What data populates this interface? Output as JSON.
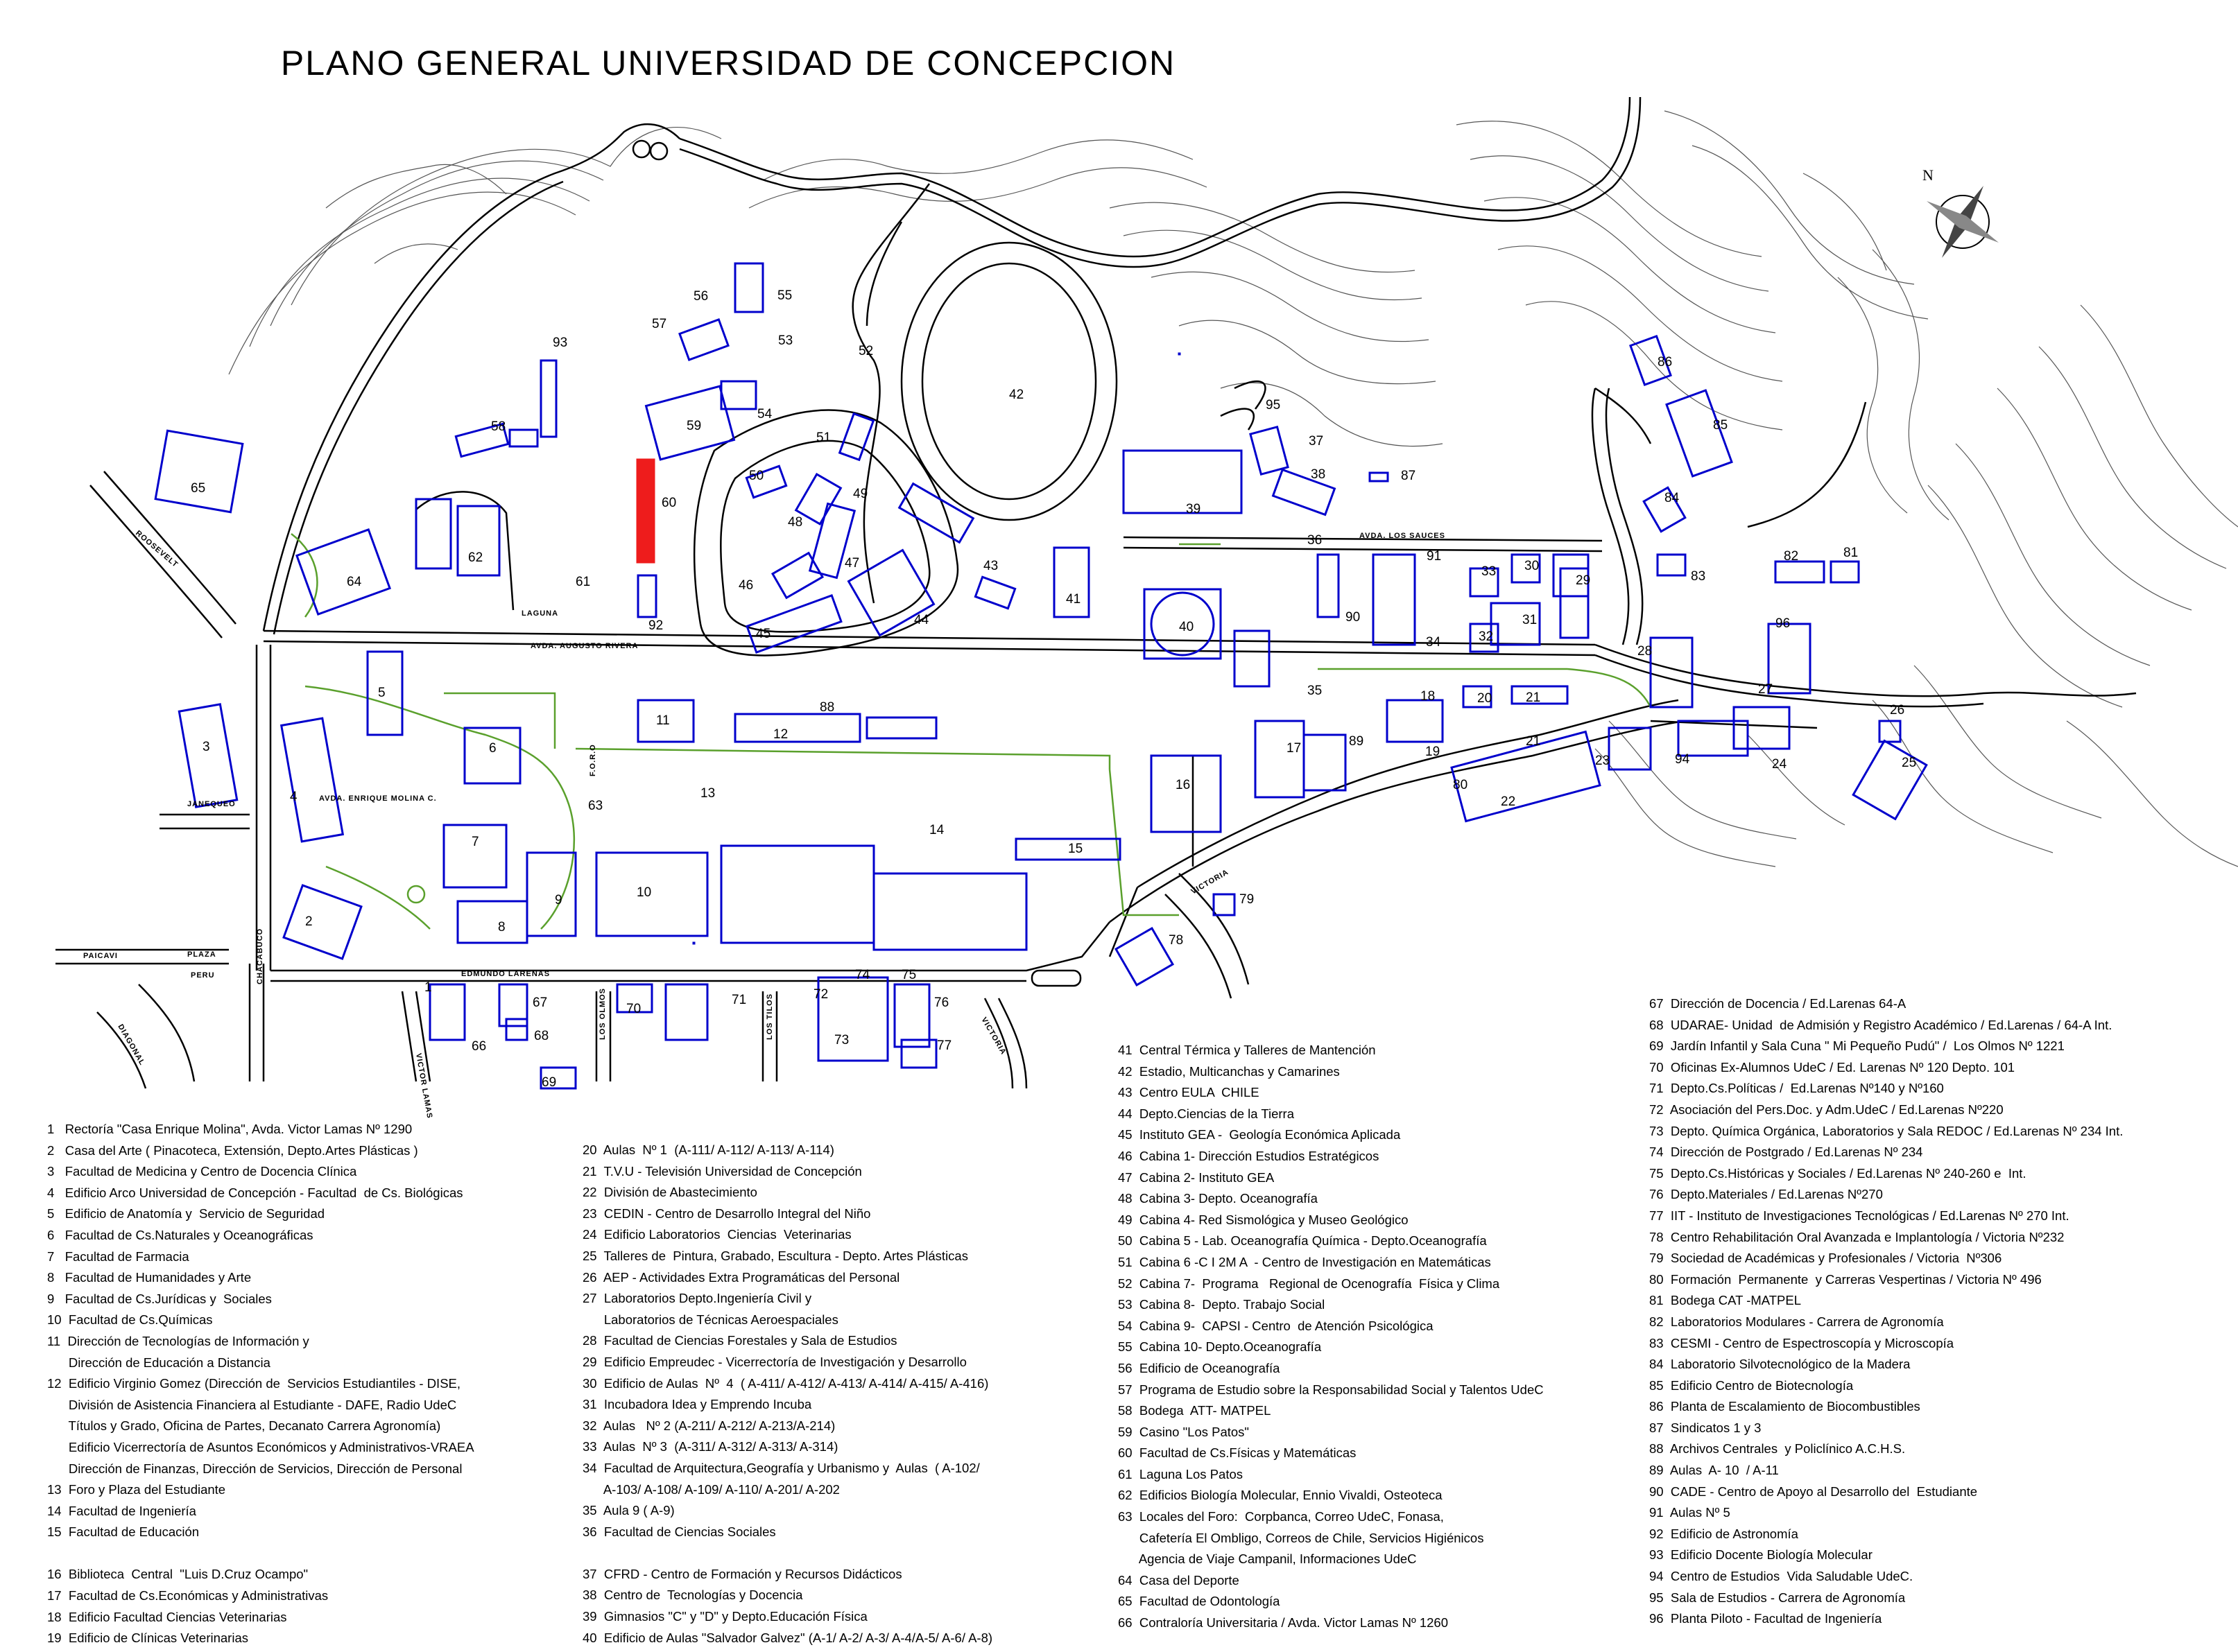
{
  "title": "PLANO  GENERAL  UNIVERSIDAD DE  CONCEPCION",
  "compass_label": "N",
  "colors": {
    "building": "#0000cc",
    "green_area": "#5aa02c",
    "highlight": "#ee1c1c",
    "road": "#000000"
  },
  "streets": {
    "roosevelt": "ROOSEVELT",
    "janequeo": "JANEQUEO",
    "paicavi": "PAICAVI",
    "plaza": "PLAZA",
    "peru": "PERU",
    "diagonal": "DIAGONAL",
    "chacabuco": "CHACABUCO",
    "edmundo_larenas": "EDMUNDO LARENAS",
    "victor_lamas": "VICTOR LAMAS",
    "los_olmos": "LOS OLMOS",
    "los_tilos": "LOS TILOS",
    "victoria_1": "VICTORIA",
    "victoria_2": "VICTORIA",
    "avda_augusto_rivera": "AVDA.          AUGUSTO  RIVERA",
    "avda_enrique_molina": "AVDA.  ENRIQUE  MOLINA  C.",
    "avda_los_sauces": "AVDA.  LOS  SAUCES",
    "laguna": "LAGUNA",
    "foro": "F.O.R.O"
  },
  "legend_col1": [
    "1   Rectoría \"Casa Enrique Molina\", Avda. Victor Lamas Nº 1290",
    "2   Casa del Arte ( Pinacoteca, Extensión, Depto.Artes Plásticas )",
    "3   Facultad de Medicina y Centro de Docencia Clínica",
    "4   Edificio Arco Universidad de Concepción - Facultad  de Cs. Biológicas",
    "5   Edificio de Anatomía y  Servicio de Seguridad",
    "6   Facultad de Cs.Naturales y Oceanográficas",
    "7   Facultad de Farmacia",
    "8   Facultad de Humanidades y Arte",
    "9   Facultad de Cs.Jurídicas y  Sociales",
    "10  Facultad de Cs.Químicas",
    "11  Dirección de Tecnologías de Información y",
    "      Dirección de Educación a Distancia",
    "12  Edificio Virginio Gomez (Dirección de  Servicios Estudiantiles - DISE,",
    "      División de Asistencia Financiera al Estudiante - DAFE, Radio UdeC",
    "      Títulos y Grado, Oficina de Partes, Decanato Carrera Agronomía)",
    "      Edificio Vicerrectoría de Asuntos Económicos y Administrativos-VRAEA",
    "      Dirección de Finanzas, Dirección de Servicios, Dirección de Personal",
    "13  Foro y Plaza del Estudiante",
    "14  Facultad de Ingeniería",
    "15  Facultad de Educación",
    "",
    "16  Biblioteca  Central  \"Luis D.Cruz Ocampo\"",
    "17  Facultad de Cs.Económicas y Administrativas",
    "18  Edificio Facultad Ciencias Veterinarias",
    "19  Edificio de Clínicas Veterinarias"
  ],
  "legend_col2": [
    "20  Aulas  Nº 1  (A-111/ A-112/ A-113/ A-114)",
    "21  T.V.U - Televisión Universidad de Concepción",
    "22  División de Abastecimiento",
    "23  CEDIN - Centro de Desarrollo Integral del Niño",
    "24  Edificio Laboratorios  Ciencias  Veterinarias",
    "25  Talleres de  Pintura, Grabado, Escultura - Depto. Artes Plásticas",
    "26  AEP - Actividades Extra Programáticas del Personal",
    "27  Laboratorios Depto.Ingeniería Civil y",
    "      Laboratorios de Técnicas Aeroespaciales",
    "28  Facultad de Ciencias Forestales y Sala de Estudios",
    "29  Edificio Empreudec - Vicerrectoría de Investigación y Desarrollo",
    "30  Edificio de Aulas  Nº  4  ( A-411/ A-412/ A-413/ A-414/ A-415/ A-416)",
    "31  Incubadora Idea y Emprendo Incuba",
    "32  Aulas   Nº 2 (A-211/ A-212/ A-213/A-214)",
    "33  Aulas  Nº 3  (A-311/ A-312/ A-313/ A-314)",
    "34  Facultad de Arquitectura,Geografía y Urbanismo y  Aulas  ( A-102/",
    "      A-103/ A-108/ A-109/ A-110/ A-201/ A-202",
    "35  Aula 9 ( A-9)",
    "36  Facultad de Ciencias Sociales",
    "",
    "37  CFRD - Centro de Formación y Recursos Didácticos",
    "38  Centro de  Tecnologías y Docencia",
    "39  Gimnasios \"C\" y \"D\" y Depto.Educación Física",
    "40  Edificio de Aulas \"Salvador Galvez\" (A-1/ A-2/ A-3/ A-4/A-5/ A-6/ A-8)"
  ],
  "legend_col3": [
    "41  Central Térmica y Talleres de Mantención",
    "42  Estadio, Multicanchas y Camarines",
    "43  Centro EULA  CHILE",
    "44  Depto.Ciencias de la Tierra",
    "45  Instituto GEA -  Geología Económica Aplicada",
    "46  Cabina 1- Dirección Estudios Estratégicos",
    "47  Cabina 2- Instituto GEA",
    "48  Cabina 3- Depto. Oceanografía",
    "49  Cabina 4- Red Sismológica y Museo Geológico",
    "50  Cabina 5 - Lab. Oceanografía Química - Depto.Oceanografía",
    "51  Cabina 6 -C I 2M A  - Centro de Investigación en Matemáticas",
    "52  Cabina 7-  Programa   Regional de Ocenografía  Física y Clima",
    "53  Cabina 8-  Depto. Trabajo Social",
    "54  Cabina 9-  CAPSI - Centro  de Atención Psicológica",
    "55  Cabina 10- Depto.Oceanografía",
    "56  Edificio de Oceanografía",
    "57  Programa de Estudio sobre la Responsabilidad Social y Talentos UdeC",
    "58  Bodega  ATT- MATPEL",
    "59  Casino \"Los Patos\"",
    "60  Facultad de Cs.Físicas y Matemáticas",
    "61  Laguna Los Patos",
    "62  Edificios Biología Molecular, Ennio Vivaldi, Osteoteca",
    "63  Locales del Foro:  Corpbanca, Correo UdeC, Fonasa,",
    "      Cafetería El Ombligo, Correos de Chile, Servicios Higiénicos",
    "      Agencia de Viaje Campanil, Informaciones UdeC",
    "64  Casa del Deporte",
    "65  Facultad de Odontología",
    "66  Contraloría Universitaria / Avda. Victor Lamas Nº 1260"
  ],
  "legend_col4": [
    "67  Dirección de Docencia / Ed.Larenas 64-A",
    "68  UDARAE- Unidad  de Admisión y Registro Académico / Ed.Larenas / 64-A Int.",
    "69  Jardín Infantil y Sala Cuna \" Mi Pequeño Pudú\" /  Los Olmos Nº 1221",
    "70  Oficinas Ex-Alumnos UdeC / Ed. Larenas Nº 120 Depto. 101",
    "71  Depto.Cs.Políticas /  Ed.Larenas Nº140 y Nº160",
    "72  Asociación del Pers.Doc. y Adm.UdeC / Ed.Larenas Nº220",
    "73  Depto. Química Orgánica, Laboratorios y Sala REDOC / Ed.Larenas Nº 234 Int.",
    "74  Dirección de Postgrado / Ed.Larenas Nº 234",
    "75  Depto.Cs.Históricas y Sociales / Ed.Larenas Nº 240-260 e  Int.",
    "76  Depto.Materiales / Ed.Larenas Nº270",
    "77  IIT - Instituto de Investigaciones Tecnológicas / Ed.Larenas Nº 270 Int.",
    "78  Centro Rehabilitación Oral Avanzada e Implantología / Victoria Nº232",
    "79  Sociedad de Académicas y Profesionales / Victoria  Nº306",
    "80  Formación  Permanente  y Carreras Vespertinas / Victoria Nº 496",
    "81  Bodega CAT -MATPEL",
    "82  Laboratorios Modulares - Carrera de Agronomía",
    "83  CESMI - Centro de Espectroscopía y Microscopía",
    "84  Laboratorio Silvotecnológico de la Madera",
    "85  Edificio Centro de Biotecnología",
    "86  Planta de Escalamiento de Biocombustibles",
    "87  Sindicatos 1 y 3",
    "88  Archivos Centrales  y Policlínico A.C.H.S.",
    "89  Aulas  A- 10  / A-11",
    "90  CADE - Centro de Apoyo al Desarrollo del  Estudiante",
    "91  Aulas Nº 5",
    "92  Edificio de Astronomía",
    "93  Edificio Docente Biología Molecular",
    "94  Centro de Estudios  Vida Saludable UdeC.",
    "95  Sala de Estudios - Carrera de Agronomía",
    "96  Planta Piloto - Facultad de Ingeniería"
  ],
  "buildings": [
    {
      "n": "1"
    },
    {
      "n": "2"
    },
    {
      "n": "3"
    },
    {
      "n": "4"
    },
    {
      "n": "5"
    },
    {
      "n": "6"
    },
    {
      "n": "7"
    },
    {
      "n": "8"
    },
    {
      "n": "9"
    },
    {
      "n": "10"
    },
    {
      "n": "11"
    },
    {
      "n": "12"
    },
    {
      "n": "13"
    },
    {
      "n": "14"
    },
    {
      "n": "15"
    },
    {
      "n": "16"
    },
    {
      "n": "17"
    },
    {
      "n": "18"
    },
    {
      "n": "19"
    },
    {
      "n": "20"
    },
    {
      "n": "21"
    },
    {
      "n": "21"
    },
    {
      "n": "22"
    },
    {
      "n": "23"
    },
    {
      "n": "24"
    },
    {
      "n": "25"
    },
    {
      "n": "26"
    },
    {
      "n": "27"
    },
    {
      "n": "28"
    },
    {
      "n": "29"
    },
    {
      "n": "30"
    },
    {
      "n": "31"
    },
    {
      "n": "32"
    },
    {
      "n": "33"
    },
    {
      "n": "34"
    },
    {
      "n": "35"
    },
    {
      "n": "36"
    },
    {
      "n": "37"
    },
    {
      "n": "38"
    },
    {
      "n": "39"
    },
    {
      "n": "40"
    },
    {
      "n": "41"
    },
    {
      "n": "42"
    },
    {
      "n": "43"
    },
    {
      "n": "44"
    },
    {
      "n": "45"
    },
    {
      "n": "46"
    },
    {
      "n": "47"
    },
    {
      "n": "48"
    },
    {
      "n": "49"
    },
    {
      "n": "50"
    },
    {
      "n": "51"
    },
    {
      "n": "52"
    },
    {
      "n": "53"
    },
    {
      "n": "54"
    },
    {
      "n": "55"
    },
    {
      "n": "56"
    },
    {
      "n": "57"
    },
    {
      "n": "58"
    },
    {
      "n": "59"
    },
    {
      "n": "60"
    },
    {
      "n": "61"
    },
    {
      "n": "62"
    },
    {
      "n": "63"
    },
    {
      "n": "64"
    },
    {
      "n": "65"
    },
    {
      "n": "66"
    },
    {
      "n": "67"
    },
    {
      "n": "68"
    },
    {
      "n": "69"
    },
    {
      "n": "70"
    },
    {
      "n": "71"
    },
    {
      "n": "72"
    },
    {
      "n": "73"
    },
    {
      "n": "74"
    },
    {
      "n": "75"
    },
    {
      "n": "76"
    },
    {
      "n": "77"
    },
    {
      "n": "78"
    },
    {
      "n": "79"
    },
    {
      "n": "80"
    },
    {
      "n": "81"
    },
    {
      "n": "82"
    },
    {
      "n": "83"
    },
    {
      "n": "84"
    },
    {
      "n": "85"
    },
    {
      "n": "86"
    },
    {
      "n": "87"
    },
    {
      "n": "88"
    },
    {
      "n": "89"
    },
    {
      "n": "90"
    },
    {
      "n": "91"
    },
    {
      "n": "92"
    },
    {
      "n": "93"
    },
    {
      "n": "94"
    },
    {
      "n": "95"
    },
    {
      "n": "96"
    }
  ]
}
